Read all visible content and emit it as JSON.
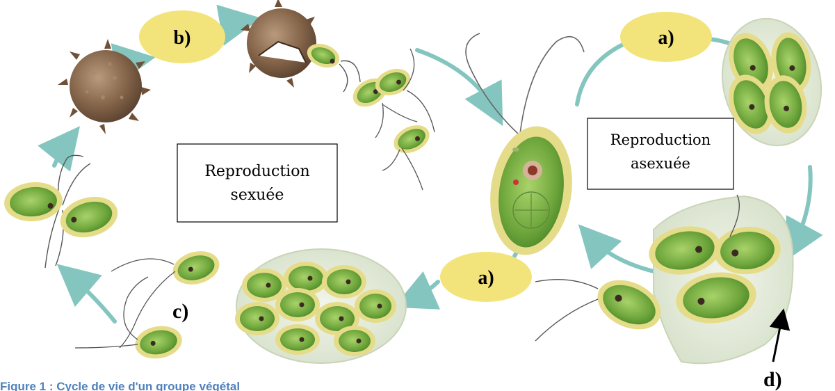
{
  "labels": {
    "b": "b)",
    "a_top": "a)",
    "a_bottom": "a)",
    "c": "c)",
    "d": "d)"
  },
  "boxes": {
    "sexual": {
      "line1": "Reproduction",
      "line2": "sexuée"
    },
    "asexual": {
      "line1": "Reproduction",
      "line2": "asexuée"
    }
  },
  "caption": "Figure 1 : Cycle de vie d'un groupe végétal",
  "colors": {
    "label_ellipse": "#f2e47a",
    "arrow": "#84c6bf",
    "cell_green": "#7fb44a",
    "cell_rim": "#e5dc8a",
    "zygospore": "#8a6a4e",
    "caption": "#4f81bd"
  }
}
